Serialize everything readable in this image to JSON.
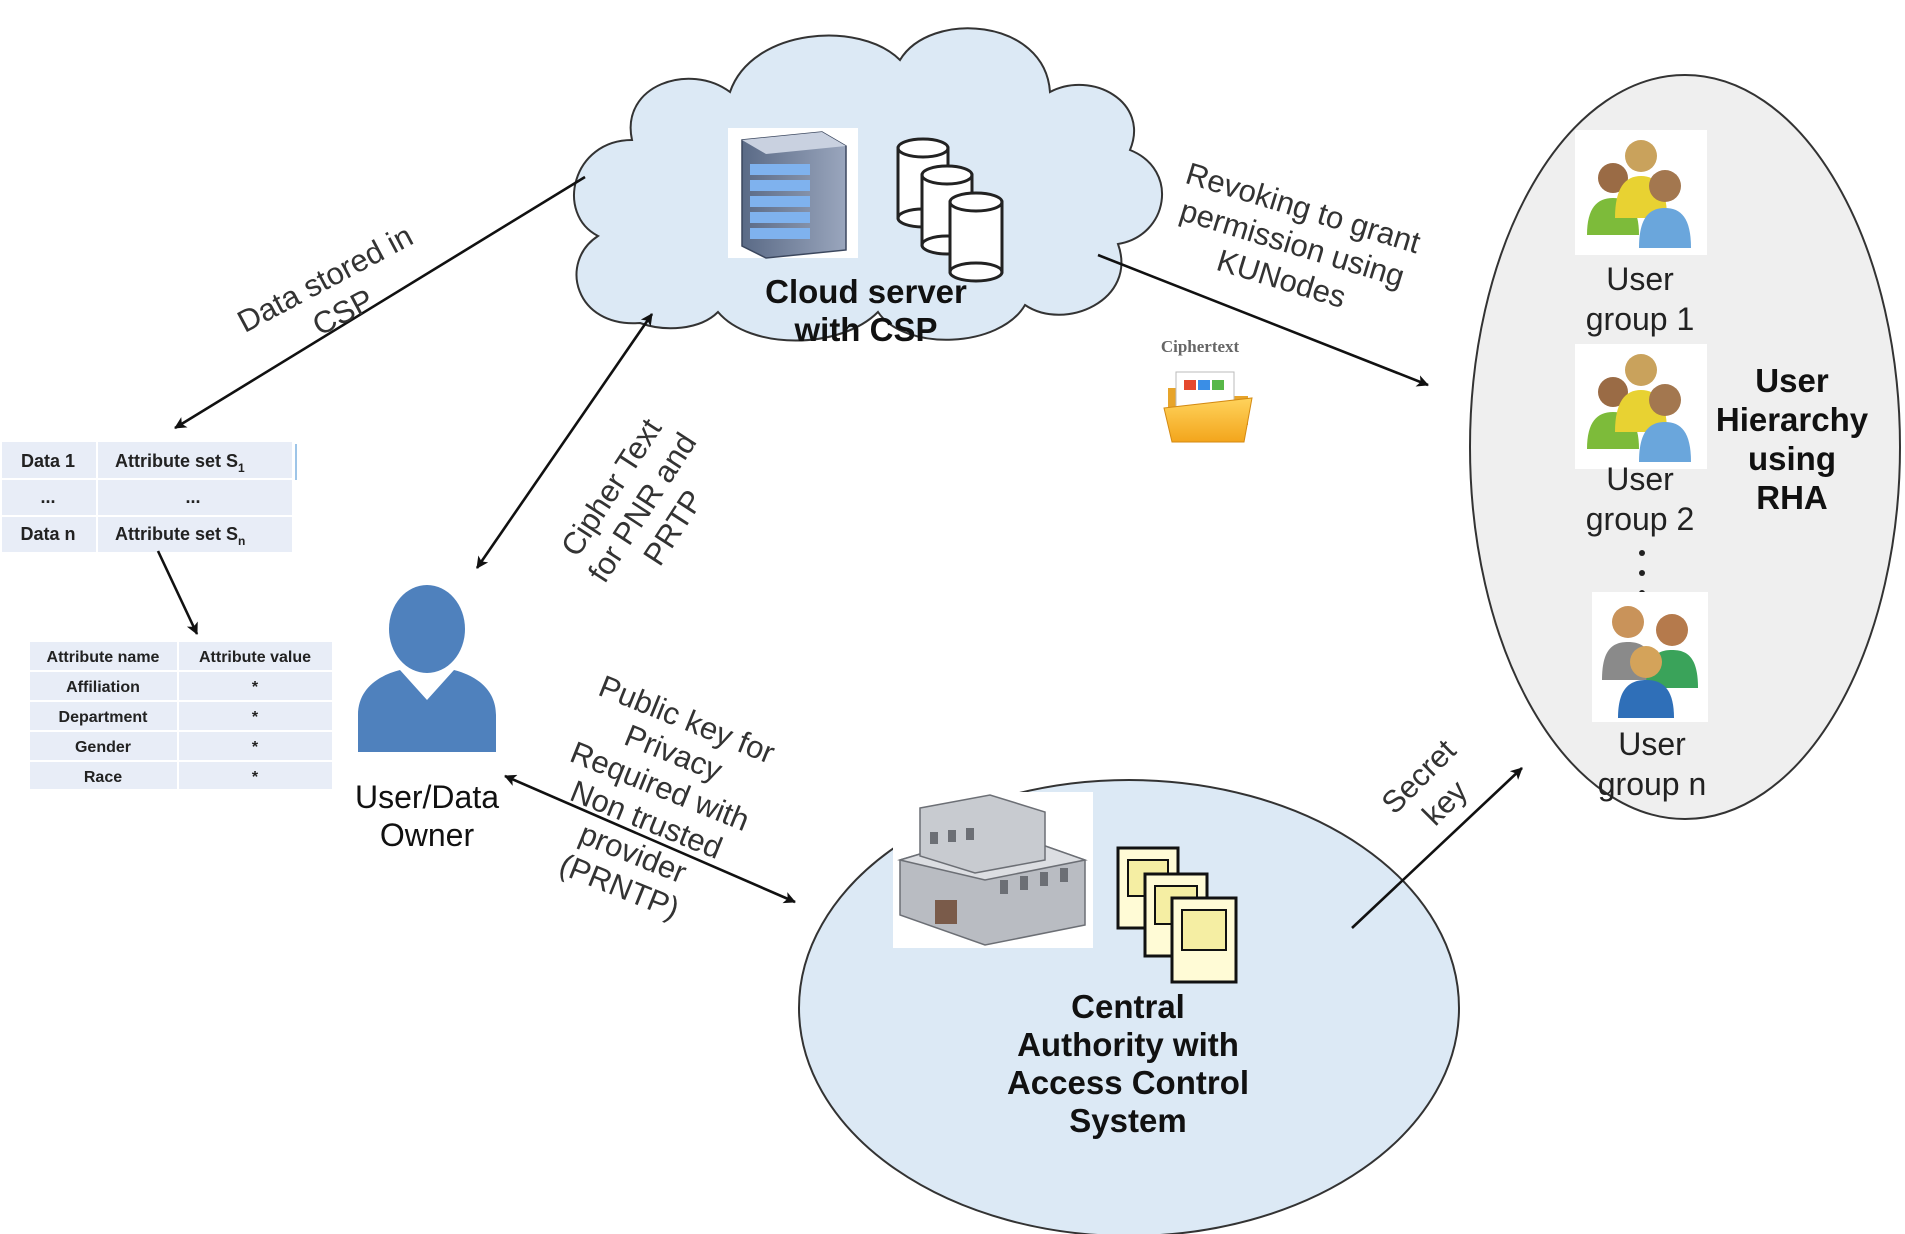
{
  "cloud": {
    "label_line1": "Cloud server",
    "label_line2": "with CSP"
  },
  "owner": {
    "label_line1": "User/Data",
    "label_line2": "Owner"
  },
  "authority": {
    "label_line1": "Central",
    "label_line2": "Authority with",
    "label_line3": "Access Control",
    "label_line4": "System"
  },
  "hierarchy": {
    "title_line1": "User",
    "title_line2": "Hierarchy",
    "title_line3": "using",
    "title_line4": "RHA",
    "group1_line1": "User",
    "group1_line2": "group 1",
    "group2_line1": "User",
    "group2_line2": "group 2",
    "groupn_line1": "User",
    "groupn_line2": "group n"
  },
  "data_table": {
    "row1": [
      "Data 1",
      "Attribute set S"
    ],
    "row1_sub": "1",
    "row2": [
      "...",
      "..."
    ],
    "row3": [
      "Data n",
      "Attribute set S"
    ],
    "row3_sub": "n"
  },
  "attribute_table": {
    "headers": [
      "Attribute name",
      "Attribute value"
    ],
    "rows": [
      [
        "Affiliation",
        "*"
      ],
      [
        "Department",
        "*"
      ],
      [
        "Gender",
        "*"
      ],
      [
        "Race",
        "*"
      ]
    ]
  },
  "edges": {
    "data_stored_line1": "Data stored in",
    "data_stored_line2": "CSP",
    "revoking_line1": "Revoking to grant",
    "revoking_line2": "permission using",
    "revoking_line3": "KUNodes",
    "cipher_line1": "Cipher Text",
    "cipher_line2": "for PNR and",
    "cipher_line3": "PRTP",
    "public_key_line1": "Public key for",
    "public_key_line2": "Privacy",
    "public_key_line3": "Required with",
    "public_key_line4": "Non trusted",
    "public_key_line5": "provider",
    "public_key_line6": "(PRNTP)",
    "secret_line1": "Secret",
    "secret_line2": "key"
  },
  "ciphertext_icon": {
    "label": "Ciphertext"
  },
  "colors": {
    "node_fill": "#dce9f5",
    "node_stroke": "#333333",
    "ellipse_fill": "#efefef",
    "person_blue": "#4f81bd",
    "table_fill": "#e8edf7"
  }
}
